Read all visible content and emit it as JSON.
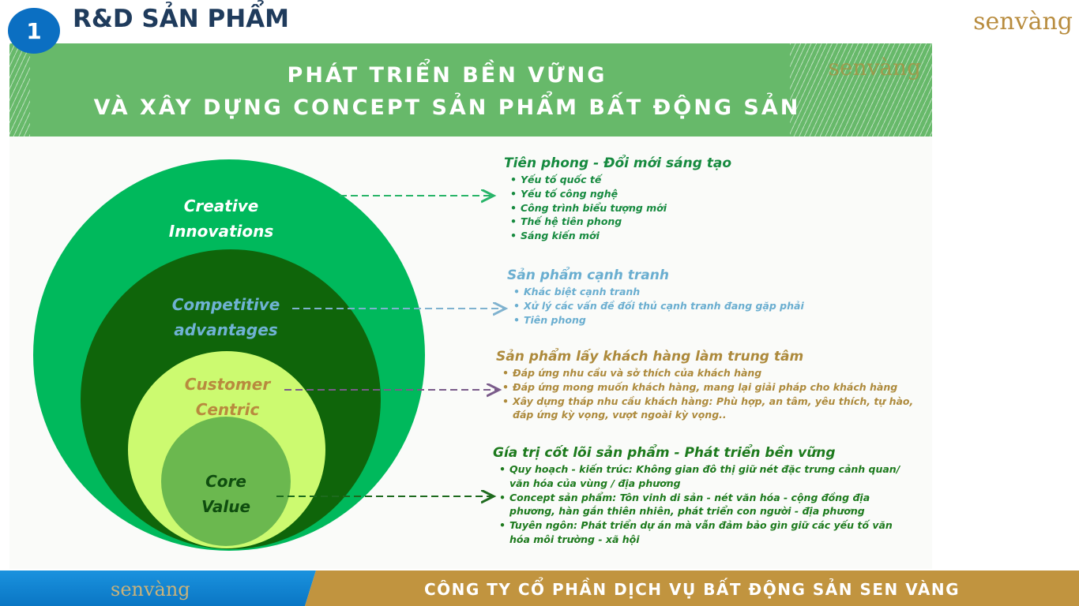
{
  "header": {
    "badge_number": "1",
    "section_title": "R&D SẢN PHẨM",
    "logo_text": "senvàng"
  },
  "banner": {
    "line1": "PHÁT TRIỂN BỀN VỮNG",
    "line2": "VÀ XÂY DỰNG CONCEPT SẢN PHẨM BẤT ĐỘNG SẢN",
    "logo_text": "senvàng"
  },
  "circles": [
    {
      "line1": "Creative",
      "line2": "Innovations",
      "color": "#00b95c",
      "text_color": "#ffffff"
    },
    {
      "line1": "Competitive",
      "line2": "advantages",
      "color": "#0f650a",
      "text_color": "#6fb2d3"
    },
    {
      "line1": "Customer",
      "line2": "Centric",
      "color": "#ccfa70",
      "text_color": "#b88a3e"
    },
    {
      "line1": "Core",
      "line2": "Value",
      "color": "#6bb84f",
      "text_color": "#0f4d0f"
    }
  ],
  "blocks": [
    {
      "title": "Tiên phong - Đổi mới sáng tạo",
      "color": "#168a3f",
      "arrow_color": "#27b468",
      "items": [
        "Yếu tố quốc tế",
        "Yếu tố công nghệ",
        "Công trình biểu tượng mới",
        "Thế hệ tiên phong",
        "Sáng kiến mới"
      ]
    },
    {
      "title": "Sản phẩm cạnh tranh",
      "color": "#6aaed0",
      "arrow_color": "#7fb2cf",
      "items": [
        "Khác biệt cạnh tranh",
        "Xử lý các vấn đề đối thủ cạnh tranh đang gặp phải",
        "Tiên phong"
      ]
    },
    {
      "title": "Sản phẩm lấy khách hàng làm trung tâm",
      "color": "#ad8a3c",
      "arrow_color": "#7a5b8a",
      "items": [
        "Đáp ứng nhu cầu và sở thích của khách hàng",
        "Đáp ứng mong muốn khách hàng, mang lại giải pháp cho khách hàng",
        "Xây dựng tháp nhu cầu khách hàng: Phù hợp, an tâm, yêu thích, tự hào, đáp ứng kỳ vọng, vượt ngoài kỳ vọng.."
      ]
    },
    {
      "title": "Gía trị cốt lõi sản phẩm - Phát triển bền vững",
      "color": "#1d7a1d",
      "arrow_color": "#1d6a1d",
      "items": [
        "Quy hoạch - kiến trúc: Không gian đô thị giữ nét đặc trưng cảnh quan/ văn hóa của vùng / địa phương",
        "Concept sản phẩm: Tôn vinh di sản - nét văn hóa - cộng đồng địa phương, hàn gắn thiên nhiên, phát triển con người - địa phương",
        "Tuyên ngôn: Phát triển dự án mà vẫn đảm bảo gìn giữ các yếu tố văn hóa  môi trường - xã hội"
      ]
    }
  ],
  "footer": {
    "logo_text": "senvàng",
    "company": "CÔNG TY CỔ PHẦN DỊCH VỤ BẤT ĐỘNG SẢN SEN VÀNG"
  }
}
